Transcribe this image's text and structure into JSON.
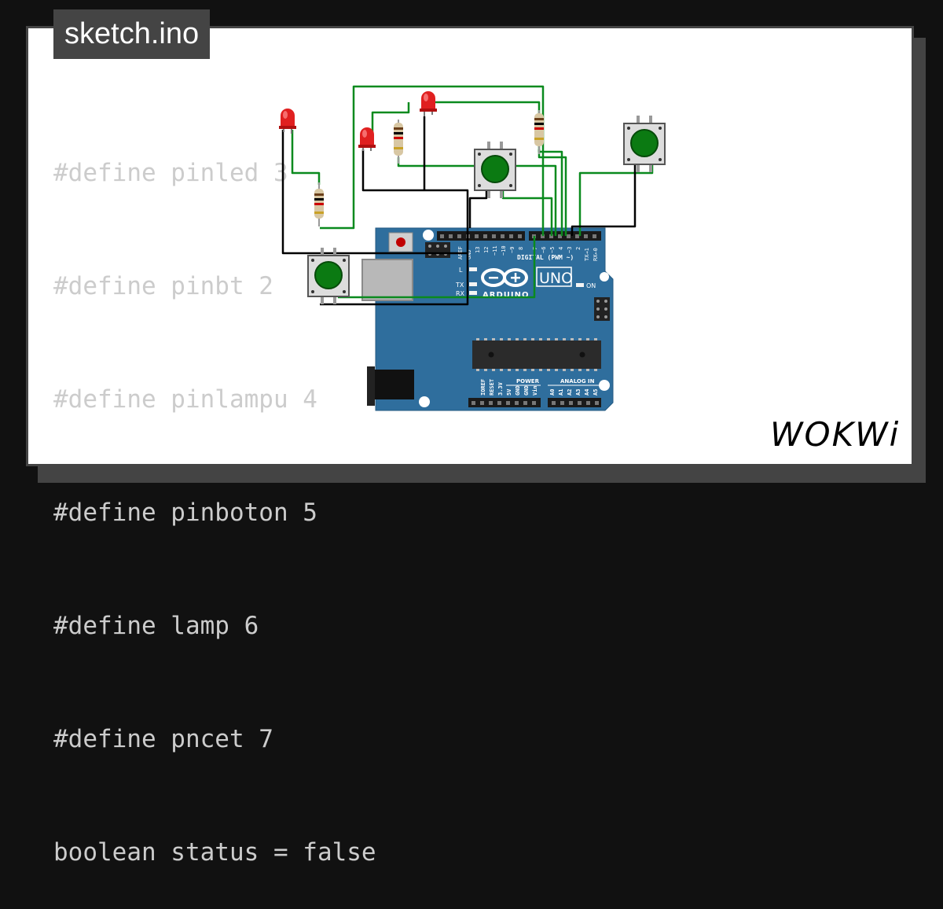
{
  "file_tab": "sketch.ino",
  "code_lines": [
    "#define pinled 3",
    "#define pinbt 2",
    "#define pinlampu 4",
    "#define pinboton 5",
    "#define lamp 6",
    "#define pncet 7",
    "boolean status = false"
  ],
  "board": {
    "model": "UNO",
    "brand": "ARDUINO",
    "digital_label": "DIGITAL (PWM ~)",
    "on_label": "ON",
    "led_l": "L",
    "led_tx": "TX",
    "led_rx": "RX",
    "aref": "AREF",
    "gnd": "GND",
    "pin_labels": [
      "13",
      "12",
      "~11",
      "~10",
      "~9",
      "8",
      "7",
      "~6",
      "~5",
      "4",
      "~3",
      "2",
      "TX→1",
      "RX←0"
    ],
    "power_label": "POWER",
    "analog_label": "ANALOG IN",
    "power_pins": [
      "IOREF",
      "RESET",
      "3.3V",
      "5V",
      "GND",
      "GND",
      "Vin"
    ],
    "analog_pins": [
      "A0",
      "A1",
      "A2",
      "A3",
      "A4",
      "A5"
    ]
  },
  "logo": "WOKWi",
  "colors": {
    "background": "#111111",
    "card": "#ffffff",
    "frame": "#444444",
    "code_text": "#cccccc",
    "board_blue": "#2f6e9d",
    "wire_green": "#0a8a1e",
    "wire_black": "#000000",
    "button_green": "#0b7a12",
    "led_red": "#e02020"
  }
}
